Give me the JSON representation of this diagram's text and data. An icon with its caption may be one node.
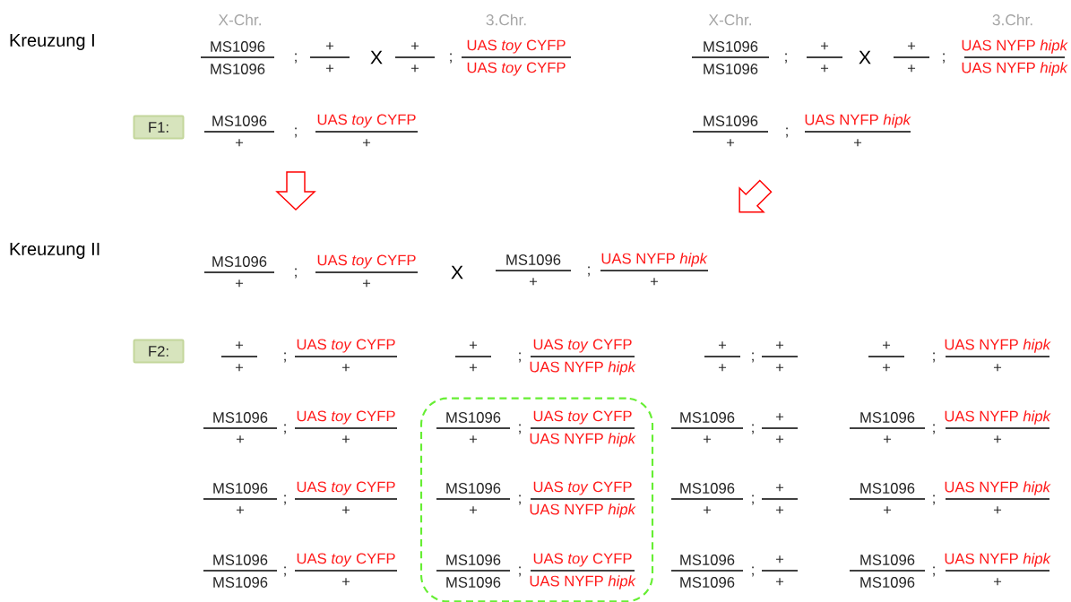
{
  "diagram": {
    "nodes": [
      {
        "text": [
          "F1:"
        ]
      },
      {
        "text": [
          "F2:"
        ]
      },
      {
        "text": [],
        "shape": "box"
      }
    ],
    "labels": [
      "X-Chr.",
      "3.Chr.",
      "X-Chr.",
      "3.Chr.",
      "Kreuzung I",
      "MS1096",
      "MS1096",
      ";",
      "+",
      "+",
      "X",
      "+",
      "+",
      ";",
      "UAS *toy* CYFP",
      "UAS *toy* CYFP",
      "MS1096",
      "MS1096",
      ";",
      "+",
      "+",
      "X",
      "+",
      "+",
      ";",
      "UAS NYFP *hipk*",
      "UAS NYFP *hipk*",
      "MS1096",
      "+",
      ";",
      "UAS *toy* CYFP",
      "+",
      "MS1096",
      "+",
      ";",
      "UAS NYFP *hipk*",
      "+",
      "Kreuzung II",
      "MS1096",
      "+",
      ";",
      "UAS *toy* CYFP",
      "+",
      "X",
      "MS1096",
      "+",
      ";",
      "UAS NYFP *hipk*",
      "+",
      "+",
      "+",
      ";",
      "UAS *toy* CYFP",
      "+",
      "+",
      "+",
      ";",
      "UAS *toy* CYFP",
      "UAS NYFP *hipk*",
      "+",
      "+",
      ";",
      "+",
      "+",
      "+",
      "+",
      ";",
      "UAS NYFP *hipk*",
      "+",
      "MS1096",
      "+",
      ";",
      "UAS *toy* CYFP",
      "+",
      "MS1096",
      "+",
      ";",
      "UAS *toy* CYFP",
      "UAS NYFP *hipk*",
      "MS1096",
      "+",
      ";",
      "+",
      "+",
      "MS1096",
      "+",
      ";",
      "UAS NYFP *hipk*",
      "+",
      "MS1096",
      "+",
      ";",
      "UAS *toy* CYFP",
      "+",
      "MS1096",
      "+",
      ";",
      "UAS *toy* CYFP",
      "UAS NYFP *hipk*",
      "MS1096",
      "+",
      ";",
      "+",
      "+",
      "MS1096",
      "+",
      ";",
      "UAS NYFP *hipk*",
      "+",
      "MS1096",
      "MS1096",
      ";",
      "UAS *toy* CYFP",
      "+",
      "MS1096",
      "MS1096",
      ";",
      "UAS *toy* CYFP",
      "UAS NYFP *hipk*",
      "MS1096",
      "MS1096",
      ";",
      "+",
      "+",
      "MS1096",
      "MS1096",
      ";",
      "UAS NYFP *hipk*",
      "+"
    ]
  }
}
